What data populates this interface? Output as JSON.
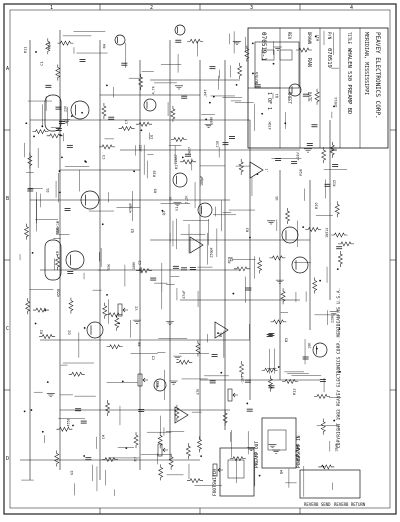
{
  "title_block": {
    "company": "PEAVEY ELECTRONICS CORP.",
    "location": "MERIDIAN, MISSISSIPPI",
    "title_label": "TITLE",
    "title": "WHALEN 530 PREAMP BD",
    "part_label": "P/N",
    "part_number": "070519",
    "drawn_label": "DRAWN",
    "drawn_value": "RAN",
    "date_label": "DATE",
    "rev_label": "REV",
    "sheet_label": "SHEET",
    "sheet_value": "1 OF 1",
    "dwg_number": "070519-1"
  },
  "copyright": "COPYRIGHT 1983 PEAVEY ELECTRONICS CORP. MERIDIAN MS U.S.A.",
  "notes": {
    "note_title": "NOTES",
    "preamp_out": "PREAMP OUT",
    "power_amp_in": "POWER AMP IN",
    "footswitch": "FOOTSWITCH",
    "reverb_send": "REVERB SEND",
    "reverb_return": "REVERB RETURN"
  },
  "components": [
    "R1",
    "R2",
    "R3",
    "R4",
    "R5",
    "R6",
    "R7",
    "R8",
    "R9",
    "R10",
    "R11",
    "R12",
    "R13",
    "R14",
    "R15",
    "R16",
    "R17",
    "R18",
    "R19",
    "R20",
    "C1",
    "C2",
    "C3",
    "C4",
    "C5",
    "C6",
    "C7",
    "C8",
    "C9",
    "C10",
    "Q1",
    "Q2",
    "Q3",
    "Q4",
    "U1",
    "U2",
    "V1",
    "V2",
    "D1",
    "D2"
  ],
  "values": [
    "100K",
    "47K",
    "22K",
    "1M",
    "10K",
    "470K",
    "220K",
    "1K",
    "4.7K",
    "33K",
    ".047",
    ".022",
    "470pF",
    "100pF",
    "10uF",
    "47uF",
    ".1",
    "250pF",
    "680K",
    "2.2K",
    "12AX7",
    "12AX7",
    "4558",
    "4558",
    "1N914",
    "1N914",
    "-16V",
    "+16V",
    "GND",
    "100K"
  ],
  "edge_markers": [
    "A",
    "B",
    "C",
    "D",
    "1",
    "2",
    "3",
    "4"
  ]
}
